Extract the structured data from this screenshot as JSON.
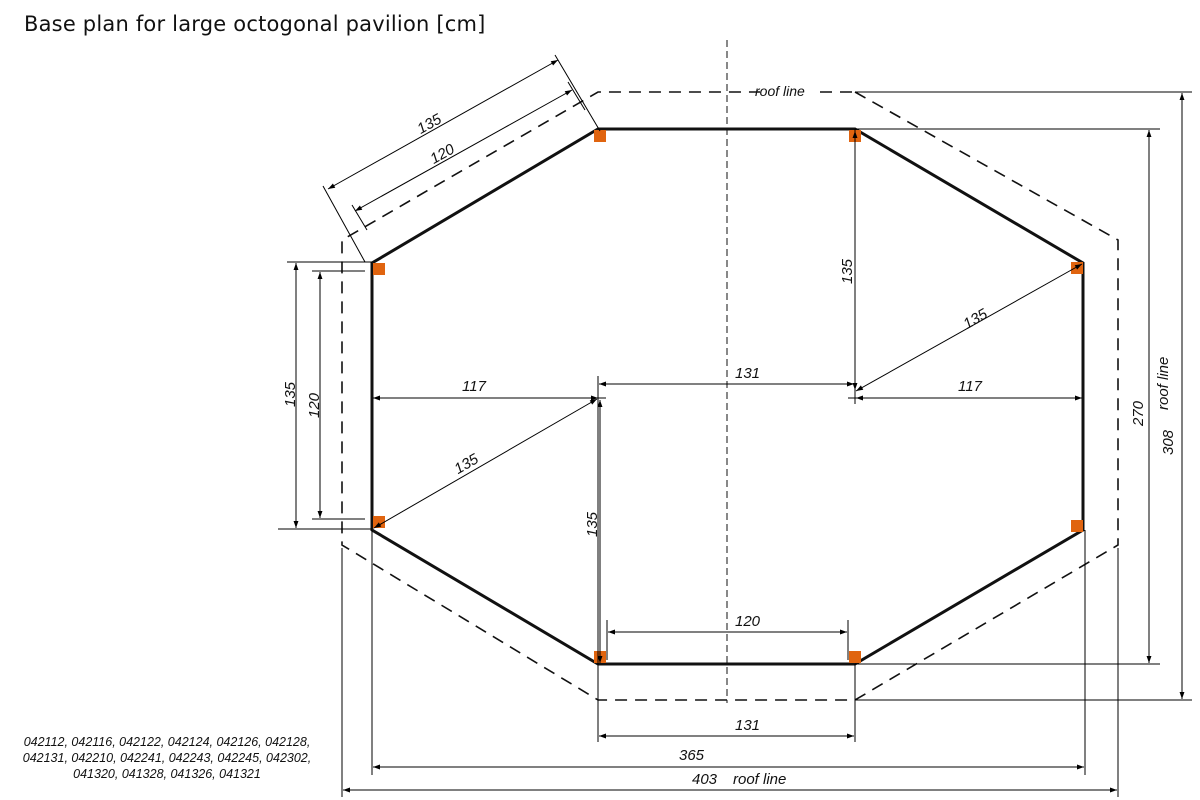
{
  "title": "Base plan for large octogonal pavilion [cm]",
  "labels": {
    "roof_line": "roof line",
    "top_diag_135": "135",
    "top_diag_120": "120",
    "left_135": "135",
    "left_120": "120",
    "left_half_117": "117",
    "right_half_117": "117",
    "center_131": "131",
    "left_radial_135": "135",
    "right_radial_135": "135",
    "right_vertical_135": "135",
    "center_vertical_135": "135",
    "bottom_120": "120",
    "bottom_131": "131",
    "width_365": "365",
    "width_403": "403",
    "width_403_note": "roof line",
    "height_270": "270",
    "height_308": "308",
    "height_308_note": "roof line"
  },
  "codes": [
    "042112, 042116, 042122, 042124, 042126, 042128,",
    "042131, 042210, 042241, 042243, 042245, 042302,",
    "041320, 041328, 041326, 041321"
  ],
  "colors": {
    "post": "#e0640f",
    "line": "#111111"
  }
}
